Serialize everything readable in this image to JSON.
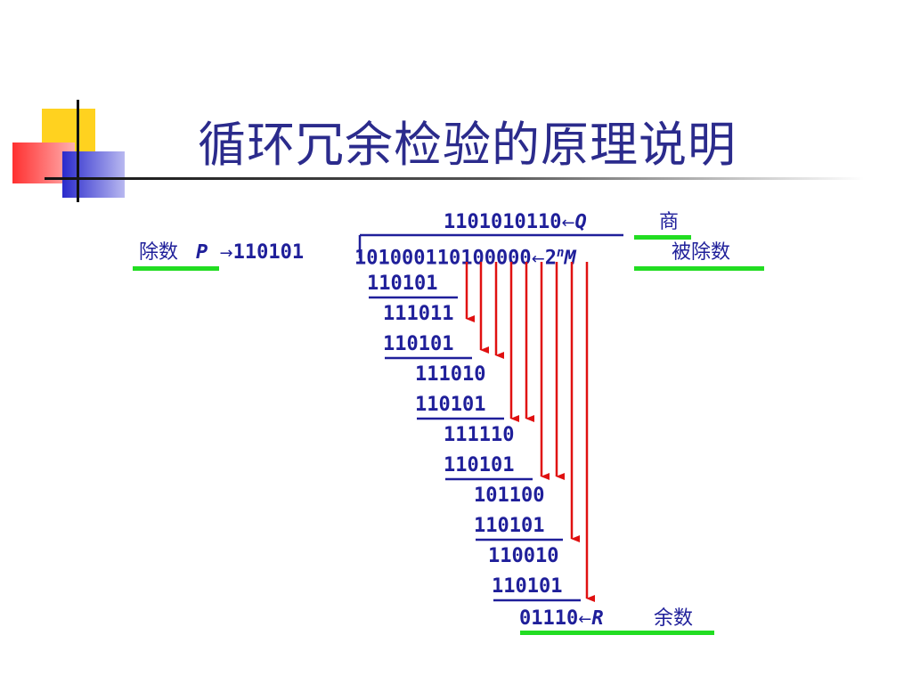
{
  "title": "循环冗余检验的原理说明",
  "quotient": {
    "value": "1101010110",
    "arrow": "←",
    "symbol": "Q",
    "label": "商"
  },
  "divisor": {
    "label": "除数",
    "symbol": "P",
    "arrow": "→",
    "value": "110101"
  },
  "dividend": {
    "value": "101000110100000",
    "arrow": "←",
    "symbol_prefix": "2",
    "symbol_exp": "n",
    "symbol": "M",
    "label": "被除数"
  },
  "steps": [
    "110101",
    "111011",
    "110101",
    "111010",
    "110101",
    "111110",
    "110101",
    "101100",
    "110101",
    "110010",
    "110101"
  ],
  "remainder": {
    "value": "01110",
    "arrow": "←",
    "symbol": "R",
    "label": "余数"
  },
  "colors": {
    "title": "#2b2b8c",
    "text": "#1f1f9a",
    "highlight": "#22dd22",
    "arrows": "#e01010",
    "deco_yellow": "#ffd21f",
    "deco_red": "#ff3a3a",
    "deco_blue": "#2a2acc"
  }
}
